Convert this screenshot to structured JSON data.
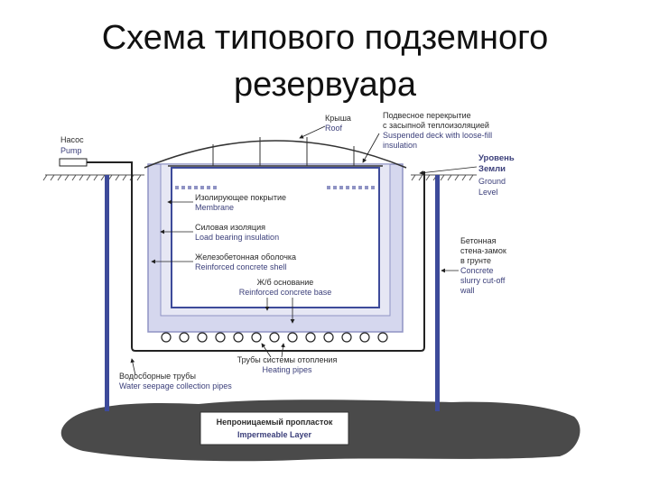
{
  "title": {
    "line1": "Схема типового подземного",
    "line2": "резервуара"
  },
  "labels": {
    "pump_ru": "Насос",
    "pump_en": "Pump",
    "roof_ru": "Крыша",
    "roof_en": "Roof",
    "deck_ru1": "Подвесное перекрытие",
    "deck_ru2": "с засыпной теплоизоляцией",
    "deck_en1": "Suspended deck with loose-fill",
    "deck_en2": "insulation",
    "ground_ru1": "Уровень",
    "ground_ru2": "Земли",
    "ground_en1": "Ground",
    "ground_en2": "Level",
    "membrane_ru": "Изолирующее покрытие",
    "membrane_en": "Membrane",
    "loadins_ru": "Силовая изоляция",
    "loadins_en": "Load bearing insulation",
    "shell_ru": "Железобетонная оболочка",
    "shell_en": "Reinforced concrete shell",
    "base_ru": "Ж/б основание",
    "base_en": "Reinforced concrete base",
    "wall_ru1": "Бетонная",
    "wall_ru2": "стена-замок",
    "wall_ru3": "в грунте",
    "wall_en1": "Concrete",
    "wall_en2": "slurry cut-off",
    "wall_en3": "wall",
    "heating_ru": "Трубы системы отопления",
    "heating_en": "Heating pipes",
    "seepage_ru": "Водосборные трубы",
    "seepage_en": "Water seepage collection pipes",
    "layer_ru": "Непроницаемый пропласток",
    "layer_en": "Impermeable Layer"
  },
  "colors": {
    "wall_blue": "#3d4a9a",
    "tank_fill": "#d5d7ee",
    "tank_edge": "#8f93c4",
    "ground_hatch": "#555555",
    "impermeable": "#4a4a4a"
  }
}
